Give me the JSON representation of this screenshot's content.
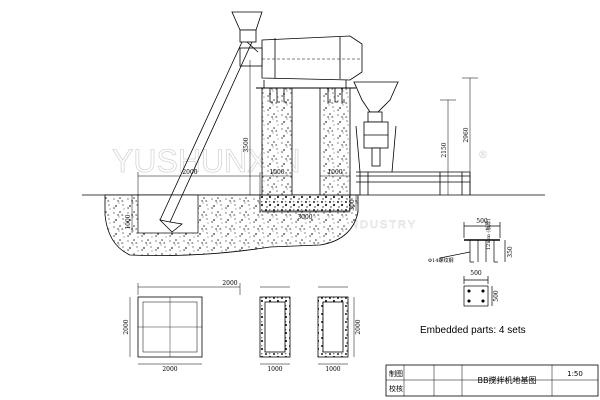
{
  "watermark": {
    "brand": "YUSHUNXIN",
    "mark": "®",
    "industry": "INDUSTRY"
  },
  "dimensions": {
    "foundation_width": "2000",
    "foundation_depth": "1000",
    "pillar_width_left": "1000",
    "pillar_width_right": "1000",
    "base_length": "3000",
    "base_height": "300",
    "conveyor_length": "3500",
    "frame_height": "2150",
    "overall_height": "2960",
    "embed_width": "500",
    "embed_thick": "12mm (板厚)",
    "embed_height": "350",
    "embed_plan_width": "500",
    "embed_plan_height": "500",
    "plan_pit_width_top": "2000",
    "plan_pit_width_bottom": "2000",
    "plan_pit_height": "2000",
    "plan_pillar_width_left": "1000",
    "plan_pillar_width_right": "1000",
    "plan_pillar_height": "2000",
    "anchor_label": "Φ14螺纹钢"
  },
  "notes": {
    "embedded": "Embedded parts: 4 sets"
  },
  "title_block": {
    "drawn_label": "制图",
    "checked_label": "校核",
    "title": "BB搅拌机地基图",
    "scale": "1:50"
  }
}
